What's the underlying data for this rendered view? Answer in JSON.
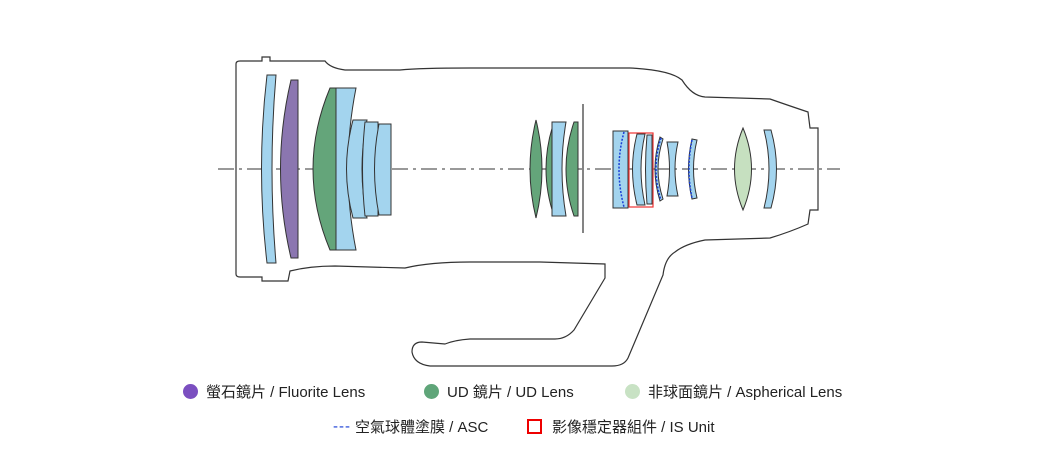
{
  "legend": {
    "fluorite": "螢石鏡片 / Fluorite Lens",
    "ud": "UD 鏡片 /  UD Lens",
    "aspherical": "非球面鏡片 /  Aspherical Lens",
    "asc": "空氣球體塗膜 / ASC",
    "asc_marker": "---",
    "is": "影像穩定器組件 / IS Unit"
  },
  "colors": {
    "fluorite": "#7b4fc0",
    "ud": "#5fa579",
    "aspherical": "#c8e2c4",
    "asc": "#1a3fd6",
    "is": "#e00000",
    "standard": "#a3d4ee"
  }
}
